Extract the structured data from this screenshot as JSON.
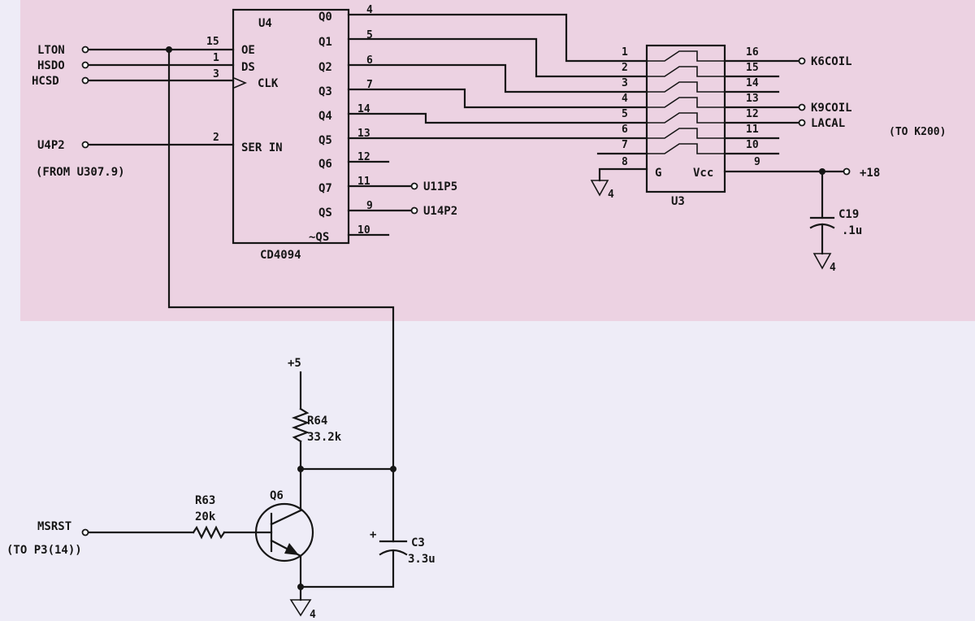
{
  "u4": {
    "ref": "U4",
    "part": "CD4094",
    "left_pins": [
      {
        "num": "15",
        "name": "OE"
      },
      {
        "num": "1",
        "name": "DS"
      },
      {
        "num": "3",
        "name": "CLK"
      },
      {
        "num": "2",
        "name": "SER IN"
      }
    ],
    "right_pins": [
      {
        "num": "4",
        "name": "Q0"
      },
      {
        "num": "5",
        "name": "Q1"
      },
      {
        "num": "6",
        "name": "Q2"
      },
      {
        "num": "7",
        "name": "Q3"
      },
      {
        "num": "14",
        "name": "Q4"
      },
      {
        "num": "13",
        "name": "Q5"
      },
      {
        "num": "12",
        "name": "Q6"
      },
      {
        "num": "11",
        "name": "Q7"
      },
      {
        "num": "9",
        "name": "QS"
      },
      {
        "num": "10",
        "name": "~QS"
      }
    ]
  },
  "inputs": [
    {
      "label": "LTON"
    },
    {
      "label": "HSDO"
    },
    {
      "label": "HCSD"
    },
    {
      "label": "U4P2",
      "note": "(FROM U307.9)"
    }
  ],
  "u4_outputs": {
    "q7_label": "U11P5",
    "qs_label": "U14P2"
  },
  "u3": {
    "ref": "U3",
    "left_pins": [
      "1",
      "2",
      "3",
      "4",
      "5",
      "6",
      "7",
      "8"
    ],
    "right_pins": [
      "16",
      "15",
      "14",
      "13",
      "12",
      "11",
      "10",
      "9"
    ],
    "g_label": "G",
    "vcc_label": "Vcc"
  },
  "u3_outputs": {
    "k6": "K6COIL",
    "k9": "K9COIL",
    "lacal": "LACAL",
    "to_k200": "(TO K200)"
  },
  "power": {
    "plus18": "+18",
    "plus5": "+5",
    "ground_mark": "4"
  },
  "c19": {
    "ref": "C19",
    "value": ".1u"
  },
  "r64": {
    "ref": "R64",
    "value": "33.2k"
  },
  "r63": {
    "ref": "R63",
    "value": "20k"
  },
  "q6": {
    "ref": "Q6"
  },
  "c3": {
    "ref": "C3",
    "value": "3.3u",
    "polarity": "+"
  },
  "msrst": {
    "label": "MSRST",
    "note": "(TO P3(14))"
  },
  "colors": {
    "highlight": "#ecd2e2",
    "background": "#eeecf7",
    "ink": "#161616"
  }
}
